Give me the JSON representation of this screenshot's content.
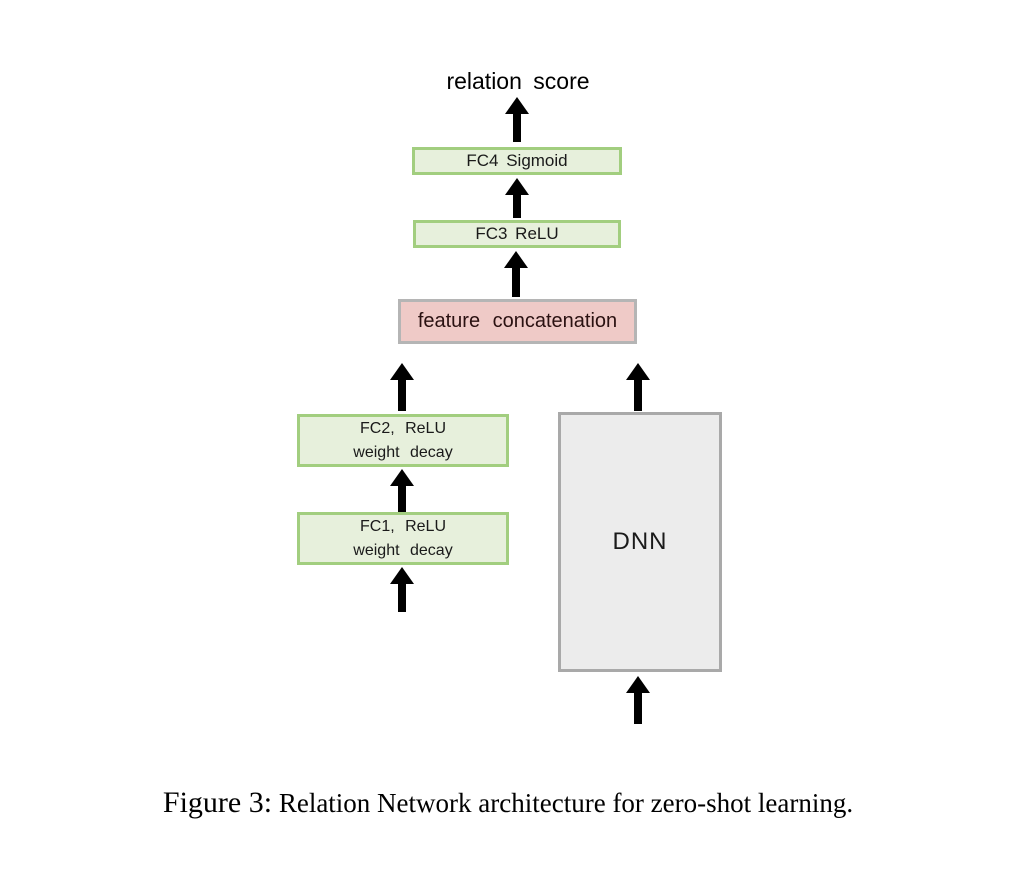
{
  "diagram": {
    "output_label": "relation score",
    "boxes": {
      "fc4": "FC4 Sigmoid",
      "fc3": "FC3 ReLU",
      "concat": "feature concatenation",
      "fc2_line1": "FC2, ReLU",
      "fc2_line2": "weight decay",
      "fc1_line1": "FC1, ReLU",
      "fc1_line2": "weight decay",
      "dnn": "DNN"
    },
    "colors": {
      "green_fill": "#e7f0dc",
      "green_border": "#a2ce7f",
      "pink_fill": "#efcac7",
      "pink_border": "#b5b5b5",
      "gray_fill": "#ececec",
      "gray_border": "#a9a9a9",
      "arrow": "#000000",
      "concat_text": "#2a1111"
    }
  },
  "caption": {
    "prefix": "Figure 3:",
    "text": " Relation Network architecture for zero-shot learning."
  }
}
